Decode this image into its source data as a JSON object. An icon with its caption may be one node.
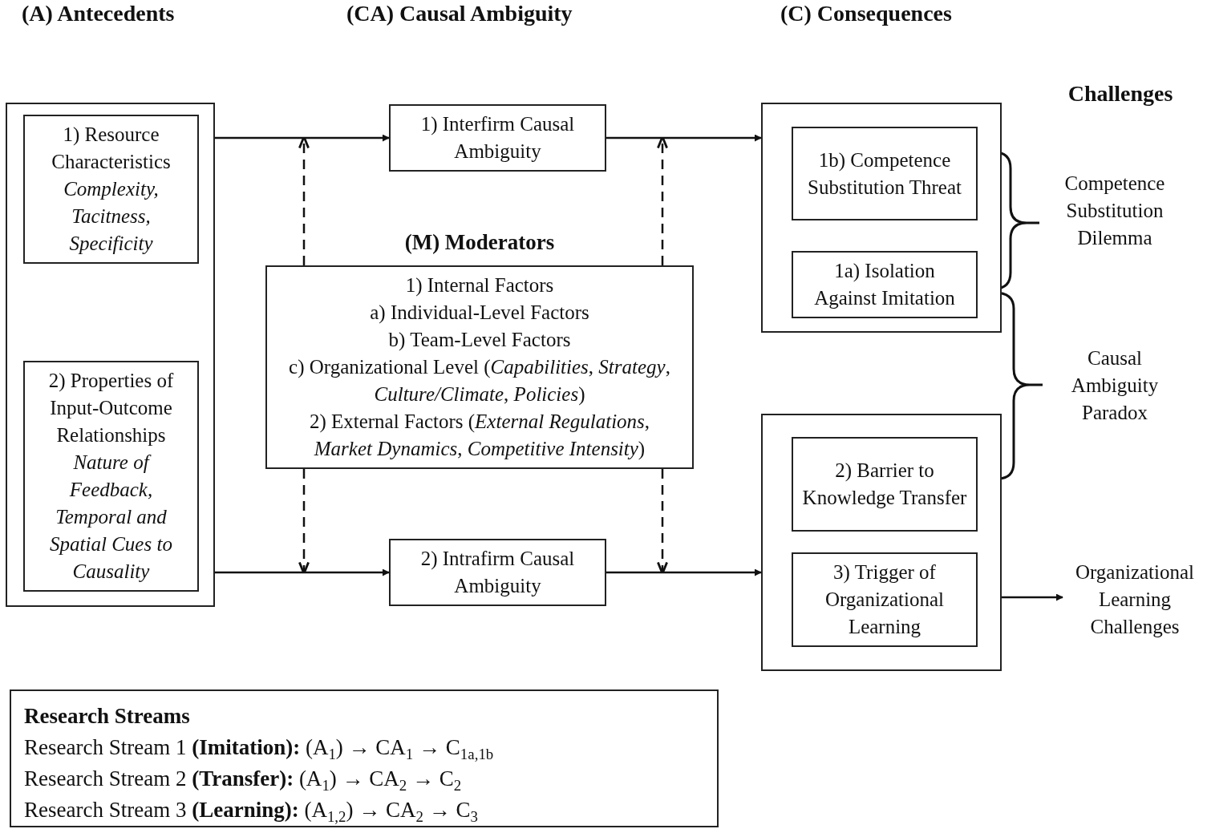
{
  "diagram": {
    "nodes": [
      {
        "text": [],
        "shape": "box"
      },
      {
        "text": [
          "1) Resource Characteristics",
          "*Complexity*, *Tacitness*, *Specificity*"
        ],
        "in": 0
      },
      {
        "text": [
          "2) Properties of Input-Outcome Relationships",
          "*Nature of Feedback*, *Temporal and Spatial Cues to Causality*"
        ],
        "in": 0
      },
      {
        "text": [
          "1) Interfirm Causal Ambiguity"
        ]
      },
      {
        "text": [
          "(M) Moderators",
          "1) Internal Factors",
          "a) Individual-Level Factors",
          "b) Team-Level Factors",
          "c) Organizational Level (*Capabilities*, *Strategy*, *Culture/Climate*, *Policies*)",
          "2) External Factors (*External Regulations*, *Market Dynamics*, *Competitive Intensity*)"
        ]
      },
      {
        "text": [
          "2) Intrafirm Causal Ambiguity"
        ]
      },
      {
        "text": [],
        "shape": "box"
      },
      {
        "text": [
          "1b) Competence Substitution Threat"
        ],
        "in": 6
      },
      {
        "text": [
          "1a) Isolation Against Imitation"
        ],
        "in": 6
      },
      {
        "text": [],
        "shape": "box"
      },
      {
        "text": [
          "2) Barrier to Knowledge Transfer"
        ],
        "in": 9
      },
      {
        "text": [
          "3) Trigger of Organizational Learning"
        ],
        "in": 9
      },
      {
        "text": [
          "Organizational Learning Challenges"
        ]
      },
      {
        "text": [
          "Research Streams",
          "Research Stream 1 **(Imitation):** (A$_{1}$) → CA$_{1}$ → C$_{1a,1b}$",
          "Research Stream 2 **(Transfer):** (A$_{1}$) → CA$_{2}$ → C$_{2}$",
          "Research Stream 3 **(Learning):** (A$_{1,2}$) → CA$_{2}$ → C$_{3}$"
        ]
      }
    ],
    "edges": [
      {
        "from": 0,
        "to": 3,
        "arrow": "to"
      },
      {
        "from": 3,
        "to": 6,
        "arrow": "to"
      },
      {
        "from": 0,
        "to": 5,
        "arrow": "to"
      },
      {
        "from": 5,
        "to": 9,
        "arrow": "to"
      },
      {
        "from": 11,
        "to": 12,
        "arrow": "to"
      },
      {
        "from": 4,
        "to": null,
        "arrow": "to",
        "style": "dashed"
      },
      {
        "from": 4,
        "to": null,
        "arrow": "to",
        "style": "dashed"
      },
      {
        "from": 4,
        "to": null,
        "arrow": "to",
        "style": "dashed"
      },
      {
        "from": 4,
        "to": null,
        "arrow": "to",
        "style": "dashed"
      }
    ],
    "labels": [
      "(A) Antecedents",
      "(CA) Causal Ambiguity",
      "(C) Consequences",
      "Challenges",
      "Competence Substitution Dilemma",
      "Causal Ambiguity Paradox"
    ]
  }
}
